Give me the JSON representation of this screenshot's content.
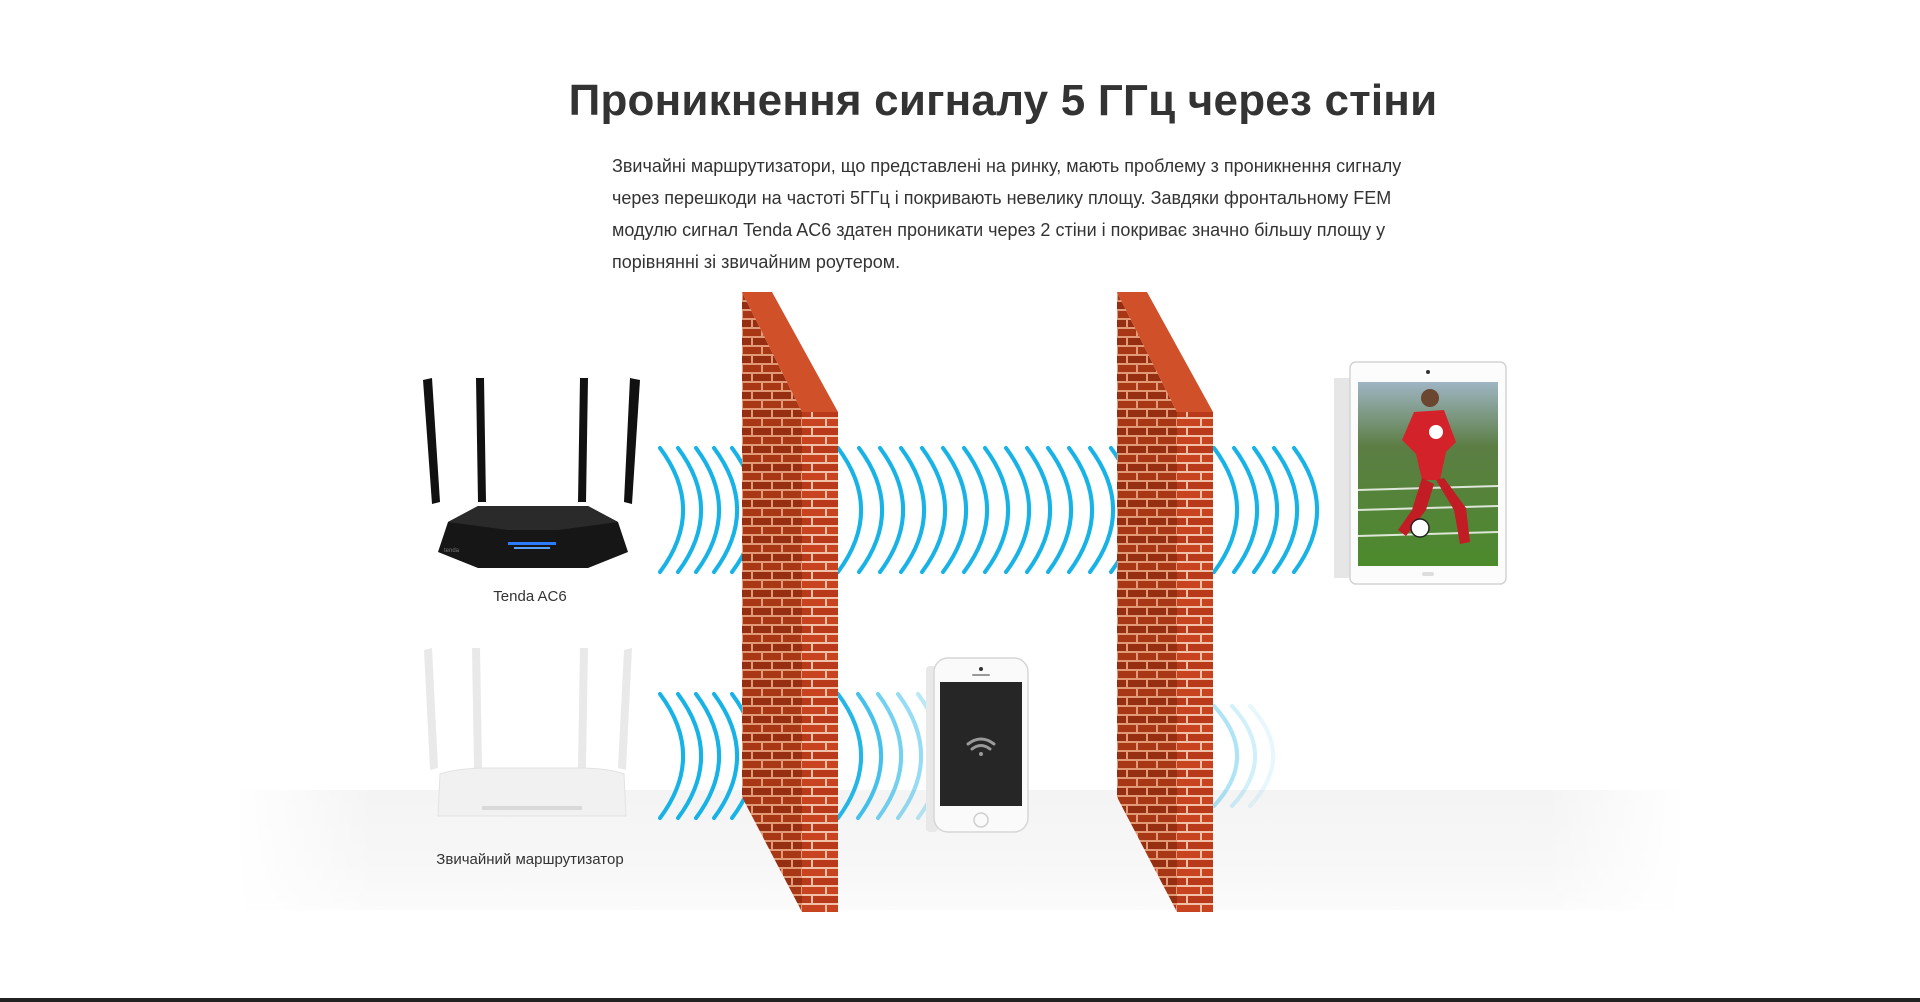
{
  "heading": "Проникнення сигналу 5 ГГц через стіни",
  "intro": "Звичайні маршрутизатори, що представлені на ринку, мають проблему з проникнення сигналу через перешкоди на частоті 5ГГц і покривають невелику площу. Завдяки фронтальному FEM модулю сигнал Tenda AC6 здатен проникати через 2 стіни і покриває значно більшу площу у порівнянні зі звичайним роутером.",
  "devices": {
    "tenda": {
      "label": "Tenda AC6",
      "brand": "tenda"
    },
    "ordinary": {
      "label": "Звичайний маршрутизатор"
    }
  },
  "colors": {
    "signal": "#17b2e6",
    "brick": "#c8431f",
    "mortar": "#f1c0a6",
    "router_dark": "#111111",
    "router_light": "#f2f2f2",
    "led": "#2a7bff"
  },
  "icons": {
    "wifi": "wifi-icon"
  }
}
